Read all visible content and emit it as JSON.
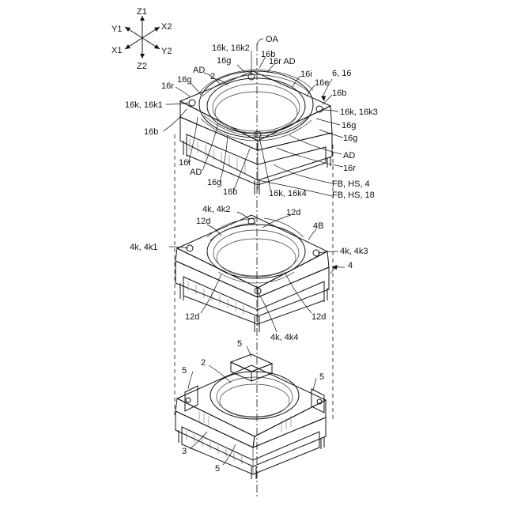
{
  "axes": {
    "z1": "Z1",
    "z2": "Z2",
    "x1": "X1",
    "x2": "X2",
    "y1": "Y1",
    "y2": "Y2"
  },
  "labels": {
    "oa": "OA",
    "top_16k_16k2": "16k, 16k2",
    "top_16b_a": "16b",
    "top_16g_a": "16g",
    "top_16r_ad": "16r AD",
    "top_ad": "AD",
    "top_2": "2",
    "top_16i": "16i",
    "top_6_16": "6, 16",
    "top_16g_b": "16g",
    "top_16e": "16e",
    "top_16r_a": "16r",
    "top_16b_b": "16b",
    "top_16k_16k1": "16k, 16k1",
    "top_16k_16k3": "16k, 16k3",
    "top_16g_c": "16g",
    "top_16b_c": "16b",
    "top_16g_d": "16g",
    "top_ad_right": "AD",
    "top_16r_b": "16r",
    "top_16r_c": "16r",
    "top_fb_hs4": "FB, HS, 4",
    "top_ad_left": "AD",
    "top_16g_e": "16g",
    "top_16b_d": "16b",
    "top_16k_16k4": "16k, 16k4",
    "top_fb_hs18": "FB, HS, 18",
    "mid_4k_4k2": "4k, 4k2",
    "mid_12d_a": "12d",
    "mid_12d_b": "12d",
    "mid_4b": "4B",
    "mid_4k_4k1": "4k, 4k1",
    "mid_4k_4k3": "4k, 4k3",
    "mid_4": "4",
    "mid_12d_c": "12d",
    "mid_12d_d": "12d",
    "mid_4k_4k4": "4k, 4k4",
    "bot_5_top": "5",
    "bot_5_left": "5",
    "bot_2": "2",
    "bot_5_right": "5",
    "bot_3": "3",
    "bot_5_bottom": "5"
  }
}
